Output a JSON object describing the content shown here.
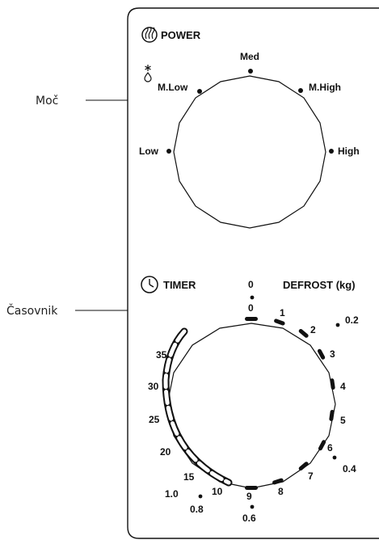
{
  "callouts": {
    "power_callout": "Moč",
    "timer_callout": "Časovnik"
  },
  "power": {
    "title": "POWER",
    "levels": {
      "low": "Low",
      "m_low": "M.Low",
      "med": "Med",
      "m_high": "M.High",
      "high": "High"
    },
    "icon": "microwave-waves-icon",
    "defrost_icon": "defrost-snowflake-drop-icon"
  },
  "timer": {
    "title": "TIMER",
    "defrost_title": "DEFROST (kg)",
    "icon": "clock-icon",
    "zero_top": "0",
    "zero_mid": "0",
    "minute_labels": [
      "1",
      "2",
      "3",
      "4",
      "5",
      "6",
      "7",
      "8",
      "9",
      "10",
      "15",
      "20",
      "25",
      "30",
      "35"
    ],
    "defrost_labels": [
      "0.2",
      "0.4",
      "0.6",
      "0.8",
      "1.0"
    ]
  }
}
